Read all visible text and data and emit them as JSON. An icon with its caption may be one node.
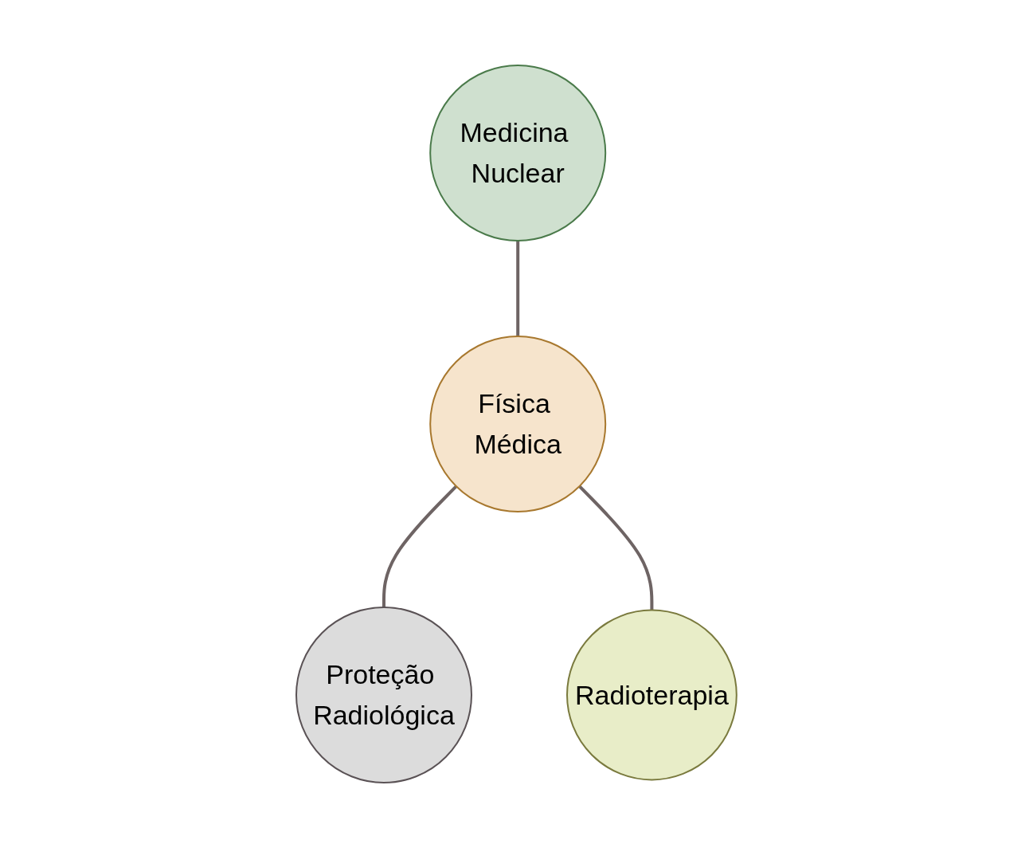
{
  "diagram": {
    "nodes": [
      {
        "text": [
          "Medicina Nuclear"
        ]
      },
      {
        "text": [
          "Física Médica"
        ]
      },
      {
        "text": [
          "Proteção Radiológica"
        ]
      },
      {
        "text": [
          "Radioterapia"
        ]
      }
    ],
    "edges": [
      {
        "from": 0,
        "to": 1,
        "arrow": "none"
      },
      {
        "from": 1,
        "to": 2,
        "arrow": "none"
      },
      {
        "from": 1,
        "to": 3,
        "arrow": "none"
      }
    ]
  }
}
